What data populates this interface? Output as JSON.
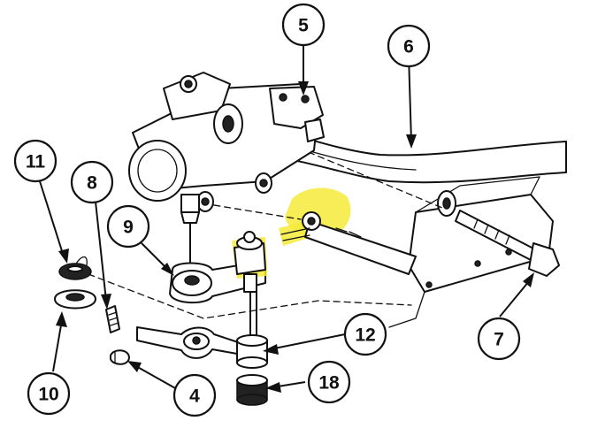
{
  "callouts": [
    {
      "id": "c5",
      "label": "5"
    },
    {
      "id": "c6",
      "label": "6"
    },
    {
      "id": "c11",
      "label": "11"
    },
    {
      "id": "c8",
      "label": "8"
    },
    {
      "id": "c9",
      "label": "9"
    },
    {
      "id": "c12",
      "label": "12"
    },
    {
      "id": "c7",
      "label": "7"
    },
    {
      "id": "c10",
      "label": "10"
    },
    {
      "id": "c4",
      "label": "4"
    },
    {
      "id": "c18",
      "label": "18"
    }
  ],
  "colors": {
    "highlight": "#f4ea3a",
    "ink": "#111111",
    "background": "#ffffff"
  }
}
